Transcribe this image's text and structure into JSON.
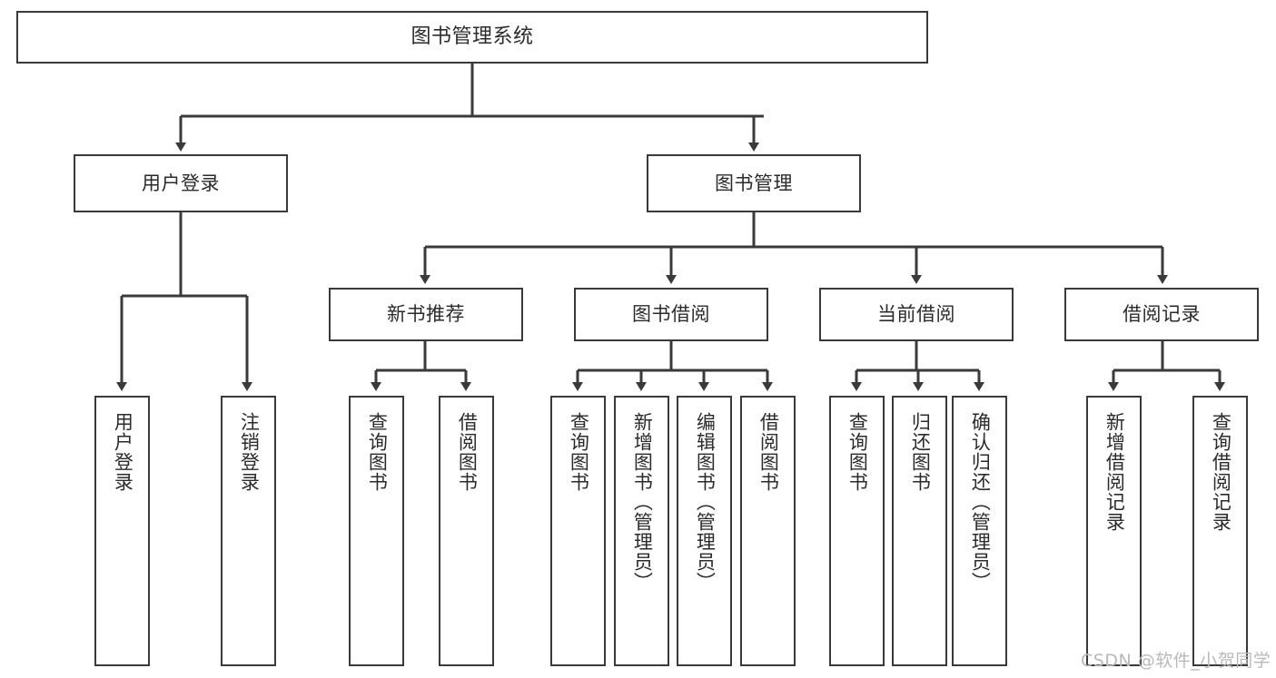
{
  "diagram": {
    "title": "图书管理系统",
    "type": "hierarchy-tree",
    "colors": {
      "box_border": "#3a3a3a",
      "box_fill": "#ffffff",
      "connector": "#3a3a3a",
      "text": "#2b2b2b",
      "watermark": "#b9b9b9",
      "background": "#ffffff"
    },
    "root": {
      "label": "图书管理系统"
    },
    "level2": [
      {
        "label": "用户登录"
      },
      {
        "label": "图书管理"
      }
    ],
    "level3": [
      {
        "label": "新书推荐"
      },
      {
        "label": "图书借阅"
      },
      {
        "label": "当前借阅"
      },
      {
        "label": "借阅记录"
      }
    ],
    "leaves": {
      "user_login": [
        {
          "label": "用户登录"
        },
        {
          "label": "注销登录"
        }
      ],
      "new_book": [
        {
          "label": "查询图书"
        },
        {
          "label": "借阅图书"
        }
      ],
      "book_borrow": [
        {
          "label": "查询图书"
        },
        {
          "label": "新增图书（管理员）"
        },
        {
          "label": "编辑图书（管理员）"
        },
        {
          "label": "借阅图书"
        }
      ],
      "current_borrow": [
        {
          "label": "查询图书"
        },
        {
          "label": "归还图书"
        },
        {
          "label": "确认归还（管理员）"
        }
      ],
      "borrow_record": [
        {
          "label": "新增借阅记录"
        },
        {
          "label": "查询借阅记录"
        }
      ]
    }
  },
  "watermark": {
    "text": "CSDN @软件_小贺同学"
  }
}
